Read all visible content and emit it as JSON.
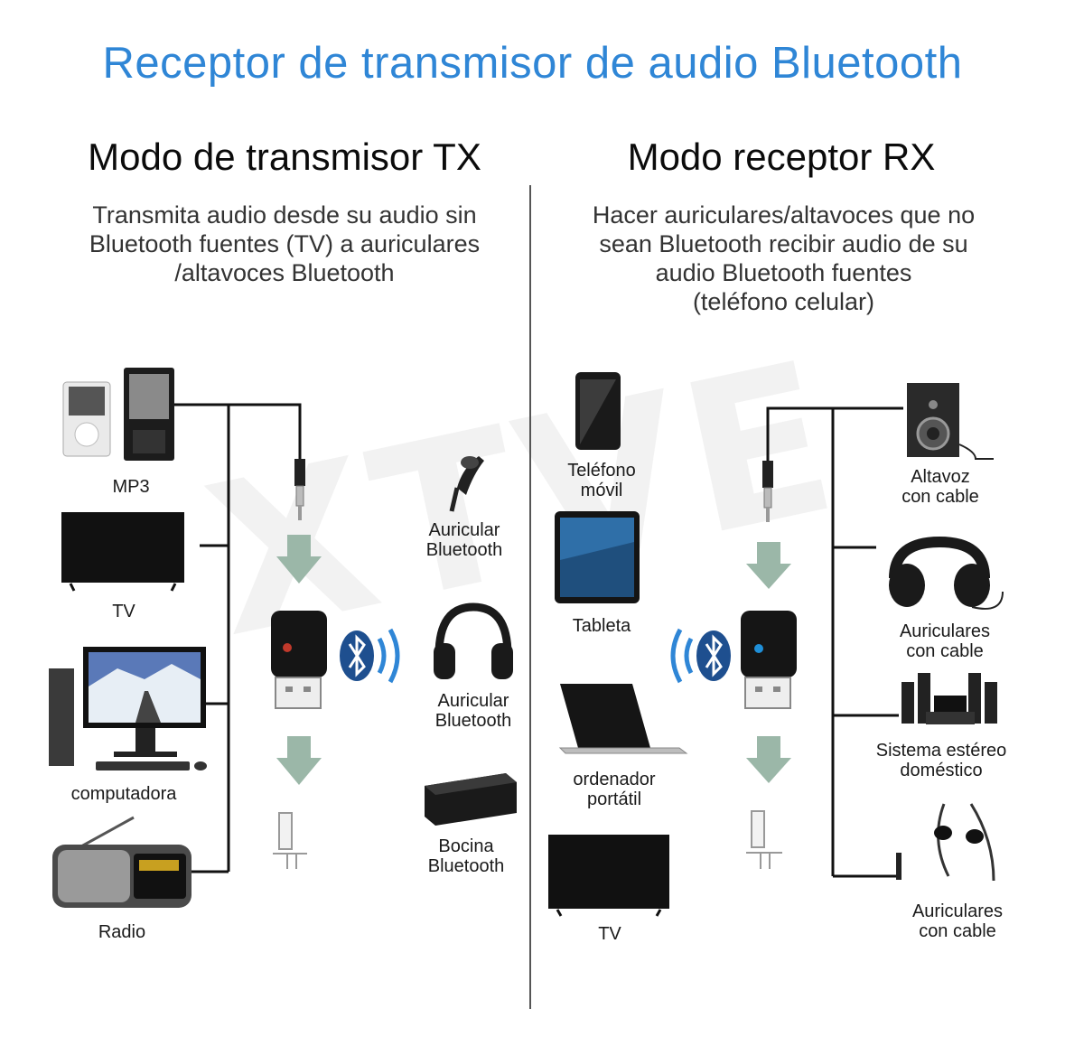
{
  "title": "Receptor de transmisor de audio Bluetooth",
  "watermark": "XTVE",
  "tx": {
    "heading": "Modo de transmisor TX",
    "description_lines": [
      "Transmita audio desde su audio sin",
      "Bluetooth fuentes (TV) a auriculares",
      "/altavoces Bluetooth"
    ],
    "sources": [
      "MP3",
      "TV",
      "computadora",
      "Radio"
    ],
    "outputs": [
      "Auricular\nBluetooth",
      "Auricular\nBluetooth",
      "Bocina\nBluetooth"
    ]
  },
  "rx": {
    "heading": "Modo receptor RX",
    "description_lines": [
      "Hacer auriculares/altavoces que no",
      "sean Bluetooth recibir audio de su",
      "audio Bluetooth fuentes",
      "(teléfono celular)"
    ],
    "sources": [
      "Teléfono\nmóvil",
      "Tableta",
      "ordenador\nportátil",
      "TV"
    ],
    "outputs": [
      "Altavoz\ncon cable",
      "Auriculares\ncon cable",
      "Sistema estéreo\ndoméstico",
      "Auriculares\ncon cable"
    ]
  },
  "colors": {
    "title": "#2f86d6",
    "bluetooth": "#1e4f8f",
    "arrow": "#9bb7a8",
    "tx_led": "#c0392b",
    "rx_led": "#1f8fd8"
  },
  "icons": [
    "mp3-player-icon",
    "tv-icon",
    "desktop-computer-icon",
    "radio-icon",
    "audio-jack-icon",
    "usb-dongle-icon",
    "bluetooth-icon",
    "wireless-waves-icon",
    "earpiece-icon",
    "headphones-icon",
    "speaker-box-icon",
    "smartphone-icon",
    "tablet-icon",
    "laptop-icon",
    "wired-speaker-icon",
    "wired-headphones-icon",
    "stereo-system-icon",
    "earphones-icon"
  ]
}
